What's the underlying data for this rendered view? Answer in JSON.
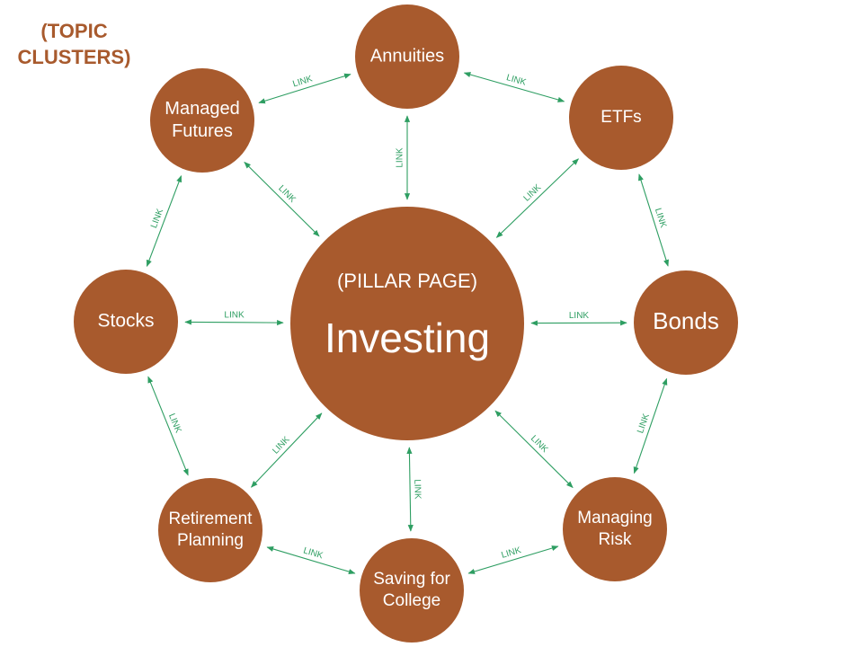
{
  "title": {
    "line1": "(TOPIC",
    "line2": "CLUSTERS)"
  },
  "colors": {
    "node_fill": "#a85a2d",
    "link": "#2e9e62",
    "title": "#a85a2d",
    "background": "#ffffff"
  },
  "pillar": {
    "subtitle": "(PILLAR PAGE)",
    "label": "Investing"
  },
  "nodes": [
    {
      "id": "annuities",
      "lines": [
        "Annuities"
      ]
    },
    {
      "id": "etfs",
      "lines": [
        "ETFs"
      ]
    },
    {
      "id": "bonds",
      "lines": [
        "Bonds"
      ]
    },
    {
      "id": "managing-risk",
      "lines": [
        "Managing",
        "Risk"
      ]
    },
    {
      "id": "saving-for-college",
      "lines": [
        "Saving for",
        "College"
      ]
    },
    {
      "id": "retirement-planning",
      "lines": [
        "Retirement",
        "Planning"
      ]
    },
    {
      "id": "stocks",
      "lines": [
        "Stocks"
      ]
    },
    {
      "id": "managed-futures",
      "lines": [
        "Managed",
        "Futures"
      ]
    }
  ],
  "edges": [
    {
      "from": "investing",
      "to": "annuities",
      "label": "LINK"
    },
    {
      "from": "investing",
      "to": "etfs",
      "label": "LINK"
    },
    {
      "from": "investing",
      "to": "bonds",
      "label": "LINK"
    },
    {
      "from": "investing",
      "to": "managing-risk",
      "label": "LINK"
    },
    {
      "from": "investing",
      "to": "saving-for-college",
      "label": "LINK"
    },
    {
      "from": "investing",
      "to": "retirement-planning",
      "label": "LINK"
    },
    {
      "from": "investing",
      "to": "stocks",
      "label": "LINK"
    },
    {
      "from": "investing",
      "to": "managed-futures",
      "label": "LINK"
    },
    {
      "from": "annuities",
      "to": "etfs",
      "label": "LINK"
    },
    {
      "from": "etfs",
      "to": "bonds",
      "label": "LINK"
    },
    {
      "from": "bonds",
      "to": "managing-risk",
      "label": "LINK"
    },
    {
      "from": "managing-risk",
      "to": "saving-for-college",
      "label": "LINK"
    },
    {
      "from": "saving-for-college",
      "to": "retirement-planning",
      "label": "LINK"
    },
    {
      "from": "retirement-planning",
      "to": "stocks",
      "label": "LINK"
    },
    {
      "from": "stocks",
      "to": "managed-futures",
      "label": "LINK"
    },
    {
      "from": "managed-futures",
      "to": "annuities",
      "label": "LINK"
    }
  ]
}
